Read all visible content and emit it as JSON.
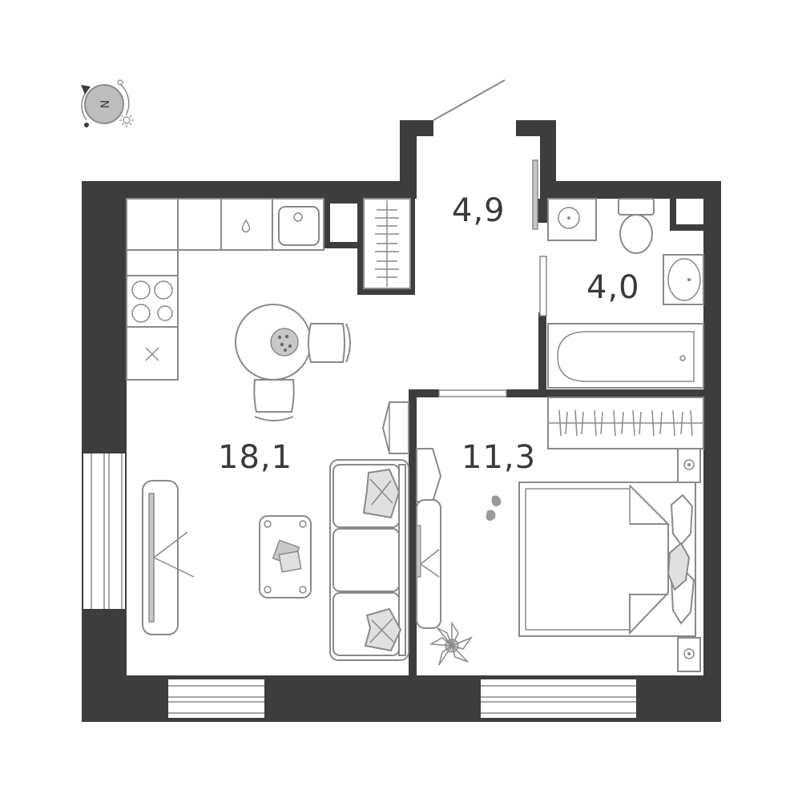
{
  "floor_plan": {
    "rooms": [
      {
        "id": "living",
        "area": "18,1"
      },
      {
        "id": "hall",
        "area": "4,9"
      },
      {
        "id": "bath",
        "area": "4,0"
      },
      {
        "id": "bedroom",
        "area": "11,3"
      }
    ],
    "compass": {
      "icon": "compass-north-icon",
      "letter": "N"
    },
    "colors": {
      "wall": "#3d3d3d",
      "furniture_stroke": "#8a8a8a",
      "accent": "#c8c8c8",
      "background": "#ffffff"
    }
  }
}
